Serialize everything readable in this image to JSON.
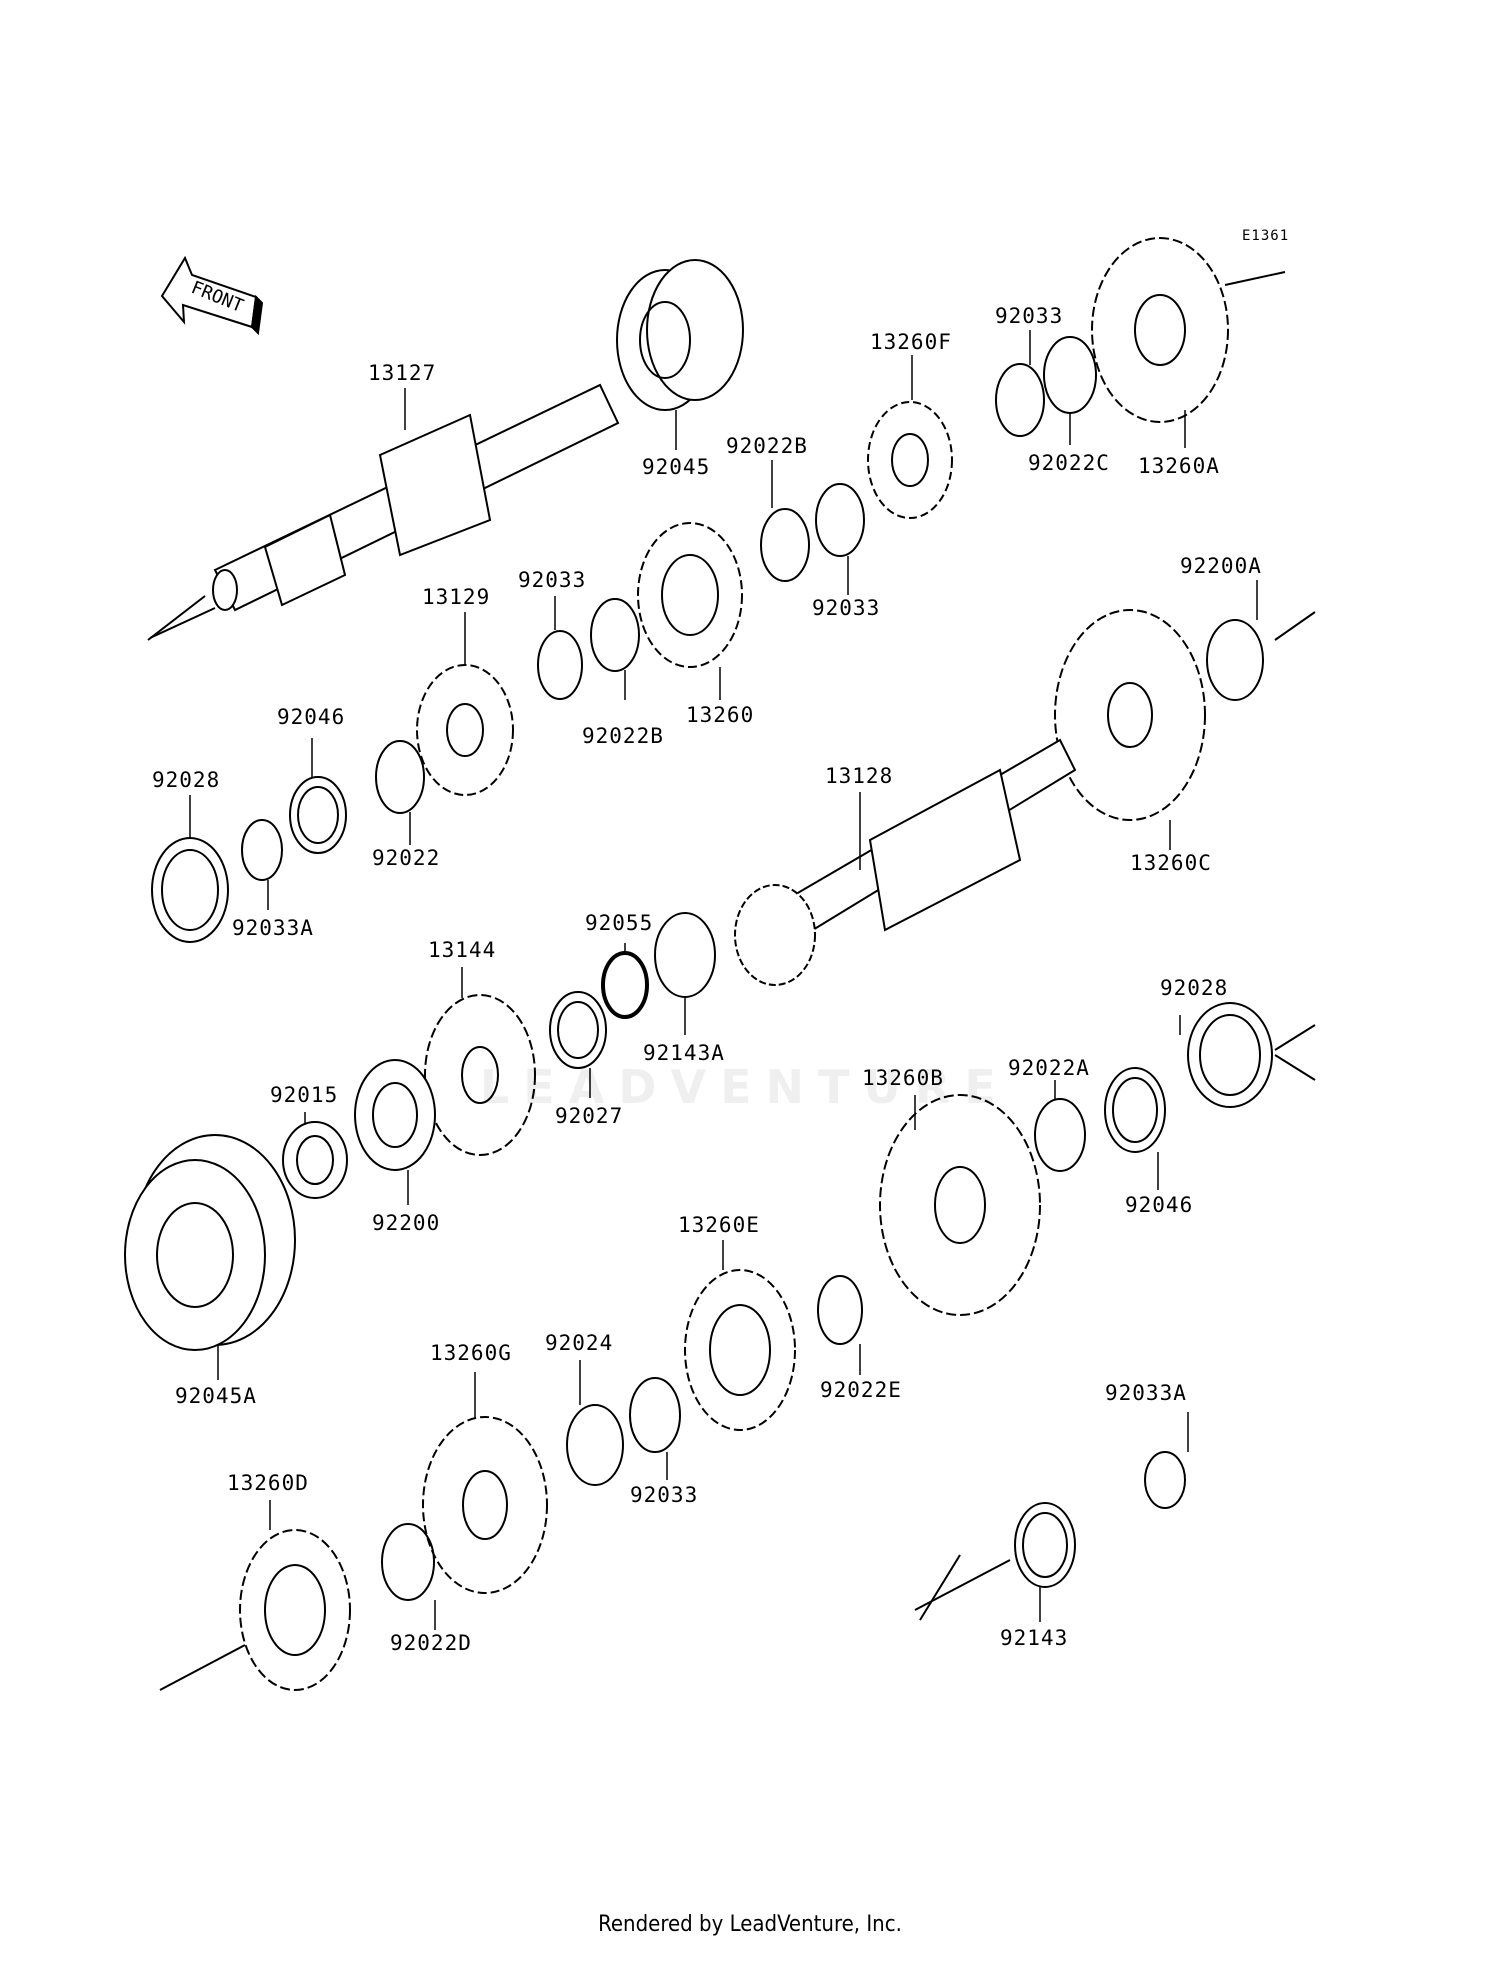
{
  "diagram_code": "E1361",
  "front_label": "FRONT",
  "watermark": "LEADVENTURE",
  "footer": "Rendered by LeadVenture, Inc.",
  "parts": {
    "p13127": "13127",
    "p92045": "92045",
    "p92022B_top": "92022B",
    "p13260F": "13260F",
    "p92033_top": "92033",
    "p92022C": "92022C",
    "p13260A": "13260A",
    "p92033_mid": "92033",
    "p13129": "13129",
    "p92033_l": "92033",
    "p92022B": "92022B",
    "p13260": "13260",
    "p92200A": "92200A",
    "p92046": "92046",
    "p92028": "92028",
    "p92022": "92022",
    "p92033A": "92033A",
    "p13128": "13128",
    "p13260C": "13260C",
    "p92055": "92055",
    "p13144": "13144",
    "p92143A": "92143A",
    "p92027": "92027",
    "p92015": "92015",
    "p92200": "92200",
    "p13260B": "13260B",
    "p92022A": "92022A",
    "p92028_r": "92028",
    "p92046_r": "92046",
    "p92045A": "92045A",
    "p13260E": "13260E",
    "p92022E": "92022E",
    "p13260G": "13260G",
    "p92024": "92024",
    "p92033_b": "92033",
    "p92033A_r": "92033A",
    "p13260D": "13260D",
    "p92022D": "92022D",
    "p92143": "92143"
  }
}
